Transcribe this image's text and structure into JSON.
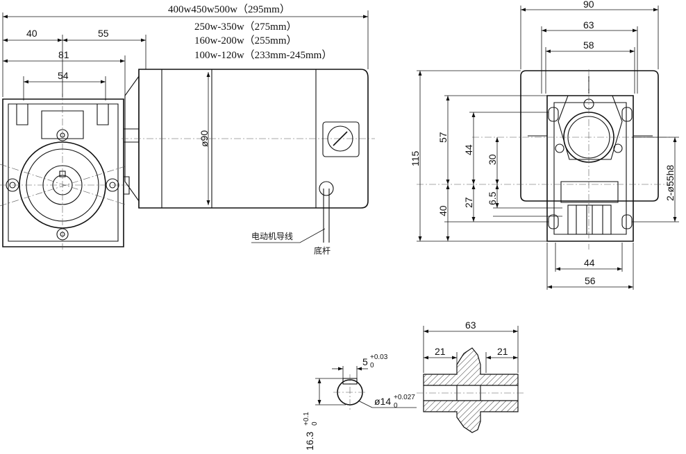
{
  "top_left_dims": {
    "d40": "40",
    "d55": "55",
    "d81": "81",
    "d54": "54"
  },
  "motor_length_labels": {
    "l1": "400w450w500w（295mm）",
    "l2": "250w-350w（275mm）",
    "l3": "160w-200w（255mm）",
    "l4": "100w-120w（233mm-245mm）"
  },
  "motor_diameter": "ø90",
  "motor_leader_labels": {
    "lead_wire": "电动机导线",
    "screw": "底杆"
  },
  "side_view_dims": {
    "d90": "90",
    "d63": "63",
    "d58": "58",
    "d115": "115",
    "d57": "57",
    "d40": "40",
    "d44v": "44",
    "d27": "27",
    "d30": "30",
    "d65": "6.5",
    "hole": "2-ø55h8",
    "d44h": "44",
    "d56": "56"
  },
  "shaft_detail": {
    "key_width": "5",
    "key_tol_upper": "+0.03",
    "key_tol_lower": "0",
    "bore": "ø14",
    "bore_tol_upper": "+0.027",
    "bore_tol_lower": "0",
    "depth": "16.3",
    "depth_tol_upper": "+0.1",
    "depth_tol_lower": "0"
  },
  "section_dims": {
    "d63": "63",
    "d21a": "21",
    "d21b": "21"
  }
}
